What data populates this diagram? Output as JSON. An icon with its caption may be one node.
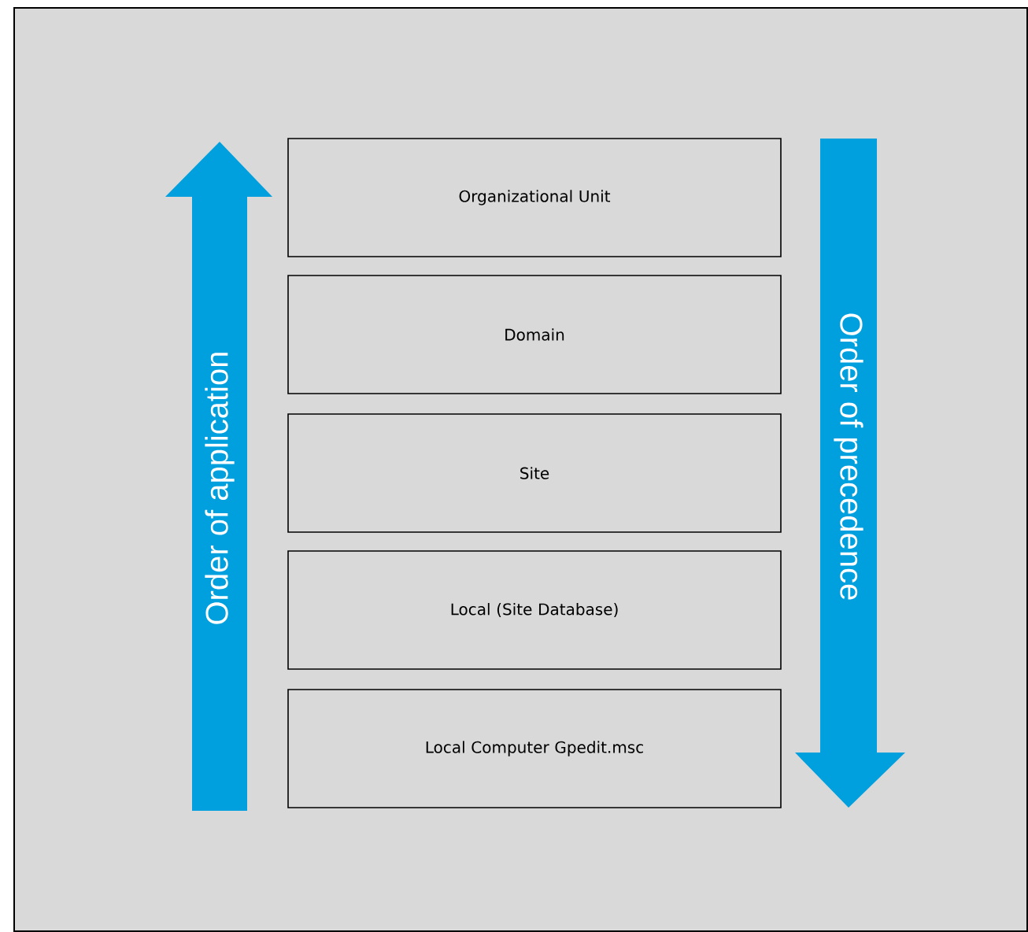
{
  "diagram": {
    "nodes": [
      {
        "text": [
          "Organizational Unit"
        ]
      },
      {
        "text": [
          "Domain"
        ]
      },
      {
        "text": [
          "Site"
        ]
      },
      {
        "text": [
          "Local (Site Database)"
        ]
      },
      {
        "text": [
          "Local Computer Gpedit.msc"
        ]
      }
    ],
    "labels": [
      "Order of application",
      "Order of precedence"
    ]
  }
}
